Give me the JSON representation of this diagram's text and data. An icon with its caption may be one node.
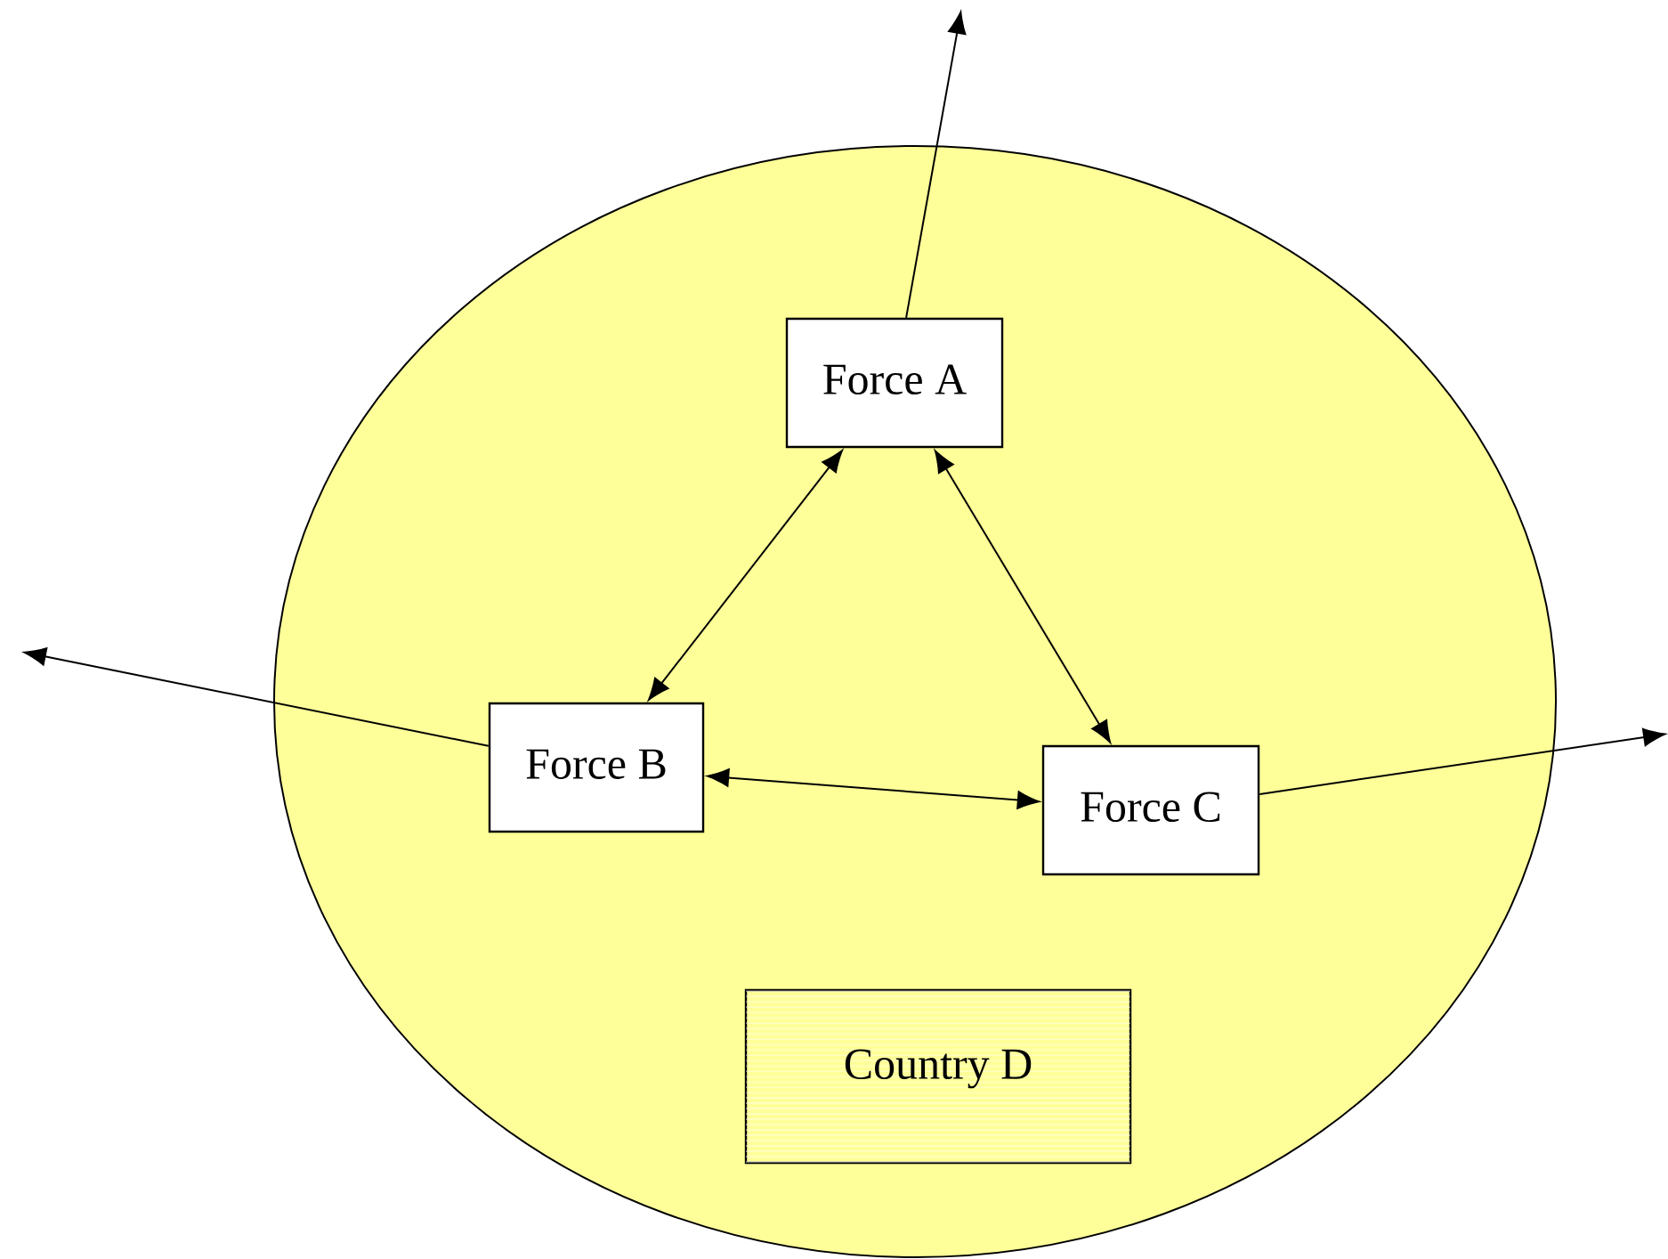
{
  "diagram": {
    "nodes": [
      {
        "text": [],
        "shape": "circle"
      },
      {
        "text": [
          "Force A"
        ],
        "in": 0
      },
      {
        "text": [
          "Force B"
        ],
        "in": 0
      },
      {
        "text": [
          "Force C"
        ],
        "in": 0
      },
      {
        "text": [
          "Country D"
        ],
        "in": 0
      }
    ],
    "edges": [
      {
        "from": 1,
        "to": 2,
        "arrow": "both"
      },
      {
        "from": 1,
        "to": 3,
        "arrow": "both"
      },
      {
        "from": 2,
        "to": 3,
        "arrow": "both"
      },
      {
        "from": 1,
        "to": null,
        "arrow": "to"
      },
      {
        "from": 2,
        "to": null,
        "arrow": "to"
      },
      {
        "from": 3,
        "to": null,
        "arrow": "to"
      }
    ]
  }
}
